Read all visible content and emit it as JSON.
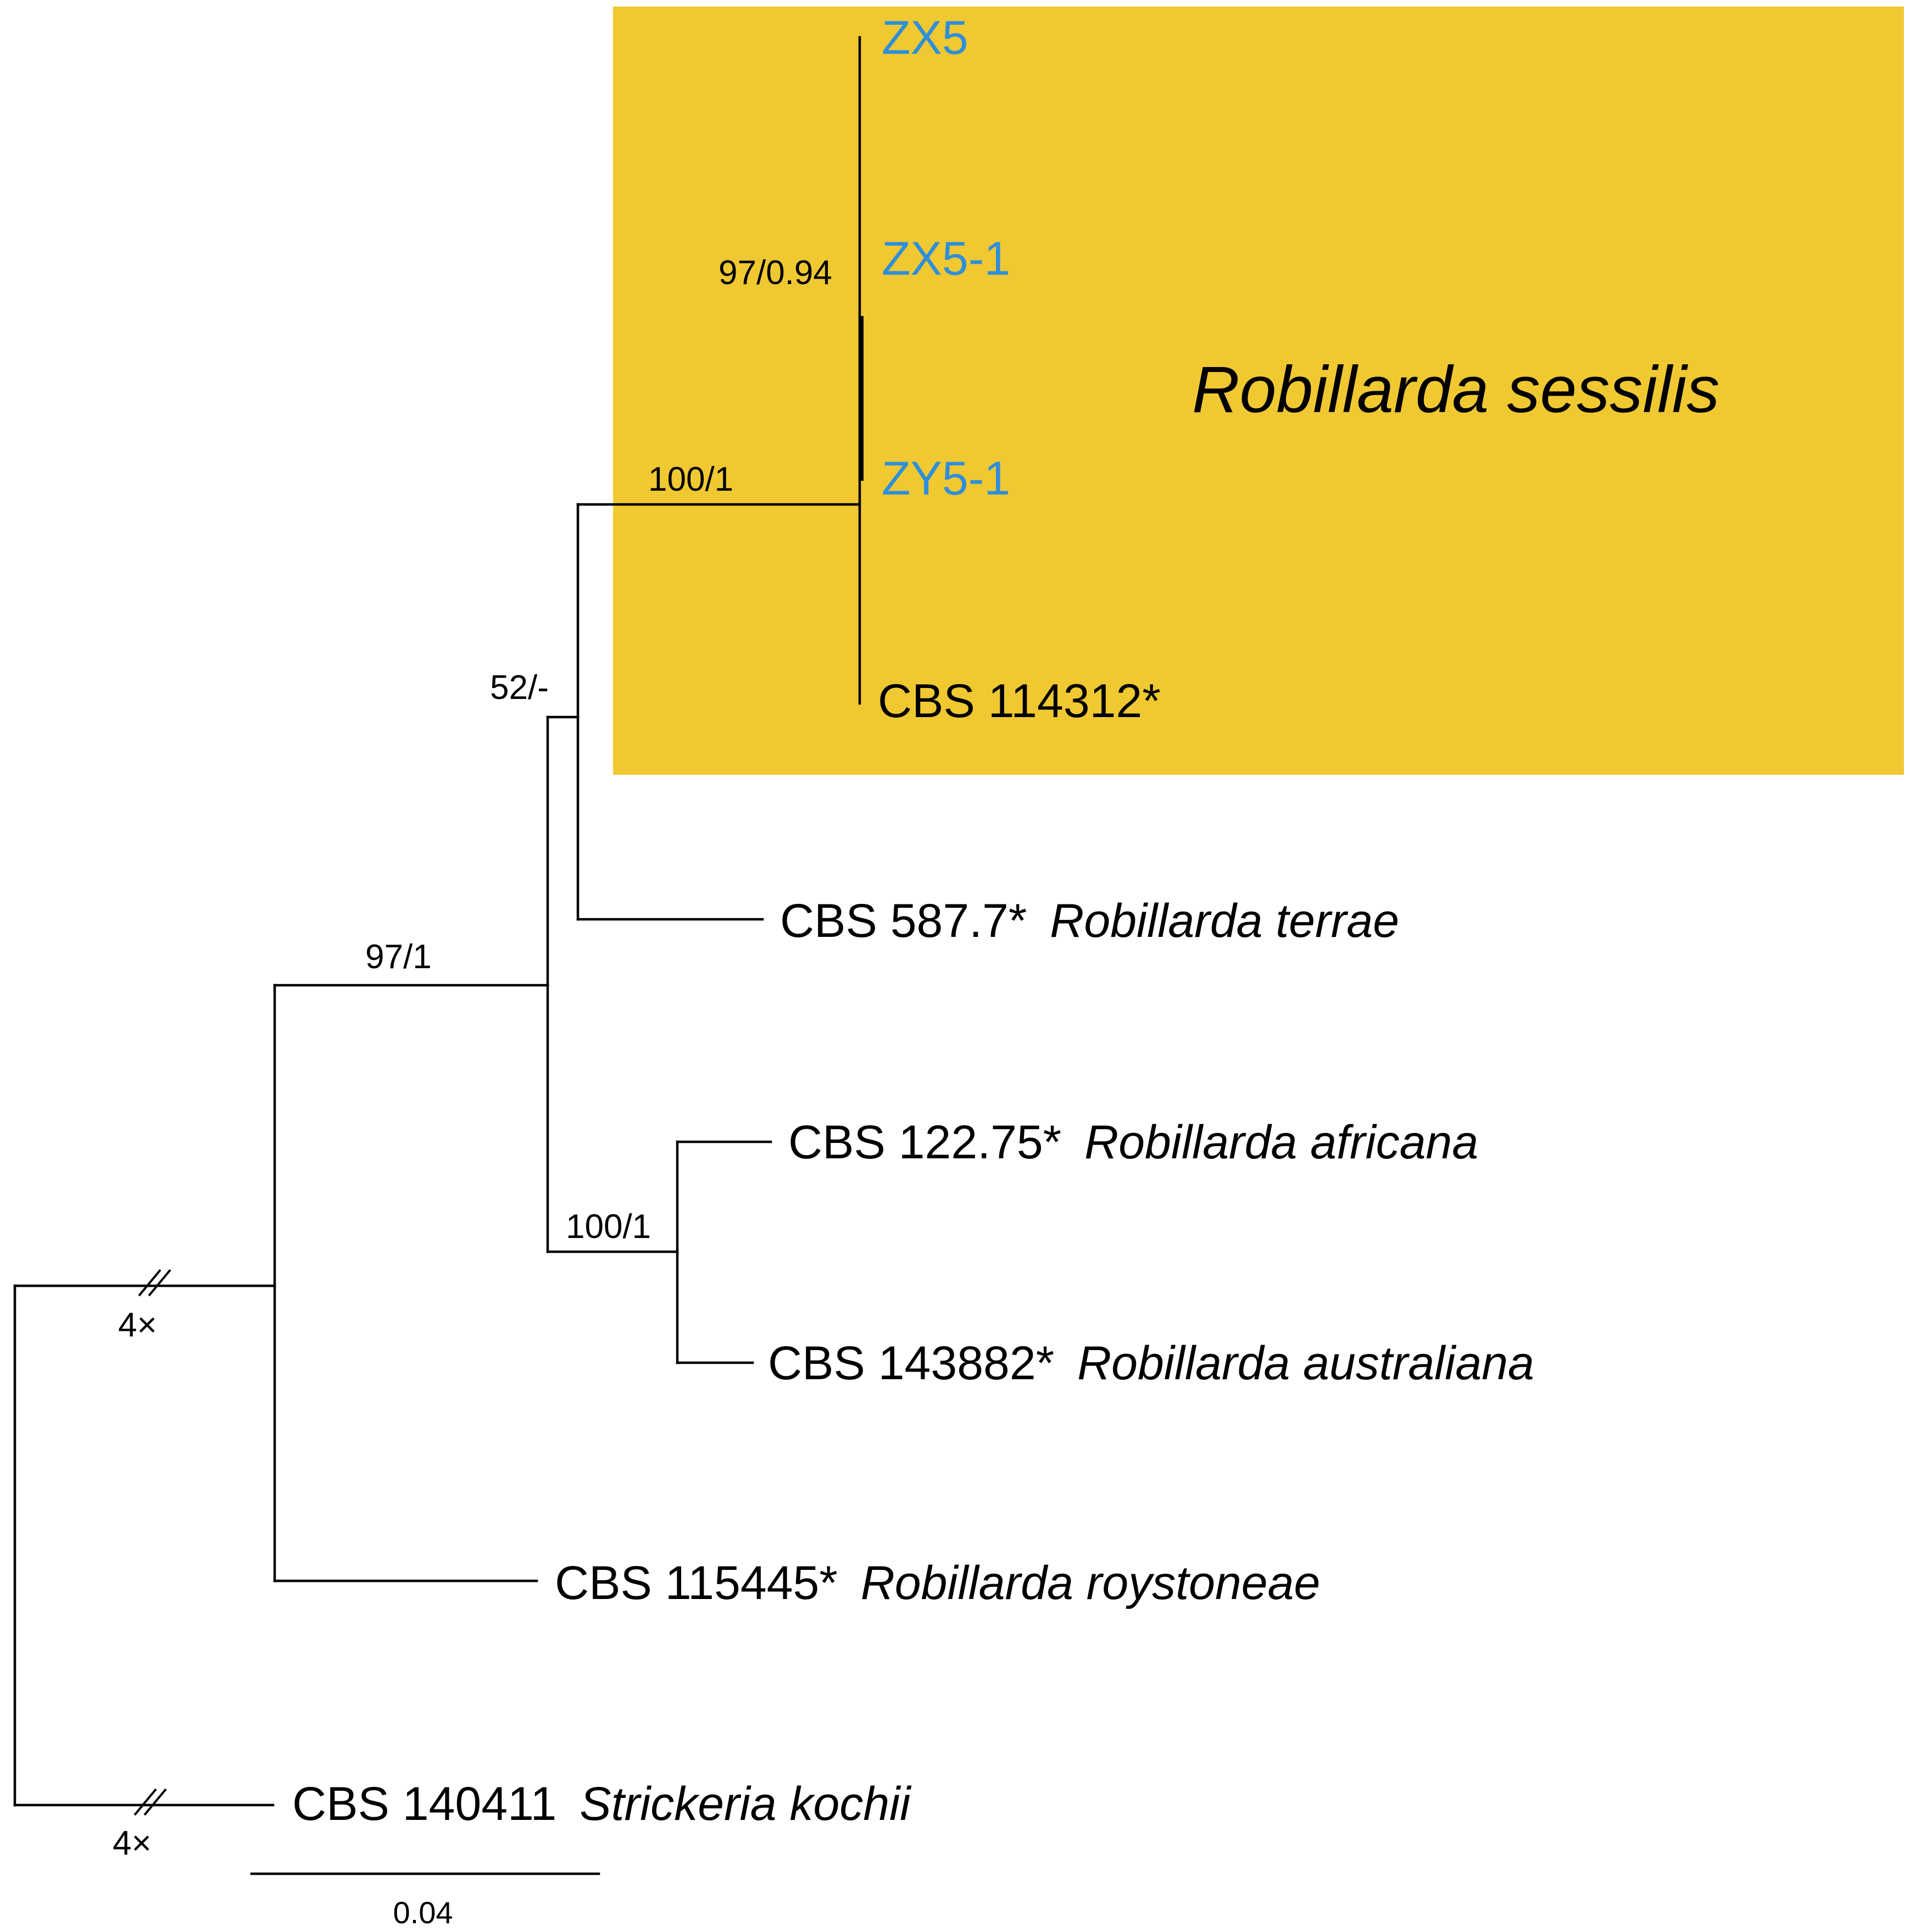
{
  "colors": {
    "clade_highlight": "#F0C832",
    "query_label": "#2E8FDB",
    "reference_label": "#000000",
    "branch": "#000000"
  },
  "clade": {
    "name": "Robillarda sessilis"
  },
  "tips": [
    {
      "id": "zx5",
      "strain": "ZX5",
      "species": "",
      "query": true
    },
    {
      "id": "zx5-1",
      "strain": "ZX5-1",
      "species": "",
      "query": true
    },
    {
      "id": "zy5-1",
      "strain": "ZY5-1",
      "species": "",
      "query": true
    },
    {
      "id": "cbs-114312",
      "strain": "CBS 114312*",
      "species": "",
      "query": false
    },
    {
      "id": "cbs-587-7",
      "strain": "CBS 587.7* ",
      "species": "Robillarda terrae",
      "query": false
    },
    {
      "id": "cbs-122-75",
      "strain": "CBS 122.75* ",
      "species": "Robillarda africana",
      "query": false
    },
    {
      "id": "cbs-143882",
      "strain": "CBS 143882* ",
      "species": "Robillarda australiana",
      "query": false
    },
    {
      "id": "cbs-115445",
      "strain": "CBS 115445* ",
      "species": "Robillarda roystoneae",
      "query": false
    },
    {
      "id": "cbs-140411",
      "strain": "CBS 140411 ",
      "species": "Strickeria kochii",
      "query": false
    }
  ],
  "supports": {
    "sessilis_inner": "97/0.94",
    "sessilis_stem": "100/1",
    "sessilis_terrae": "52/-",
    "robillarda_core": "97/1",
    "africana_australiana": "100/1"
  },
  "branch_breaks": {
    "upper": "4×",
    "lower": "4×"
  },
  "scale_bar": {
    "label": "0.04"
  }
}
